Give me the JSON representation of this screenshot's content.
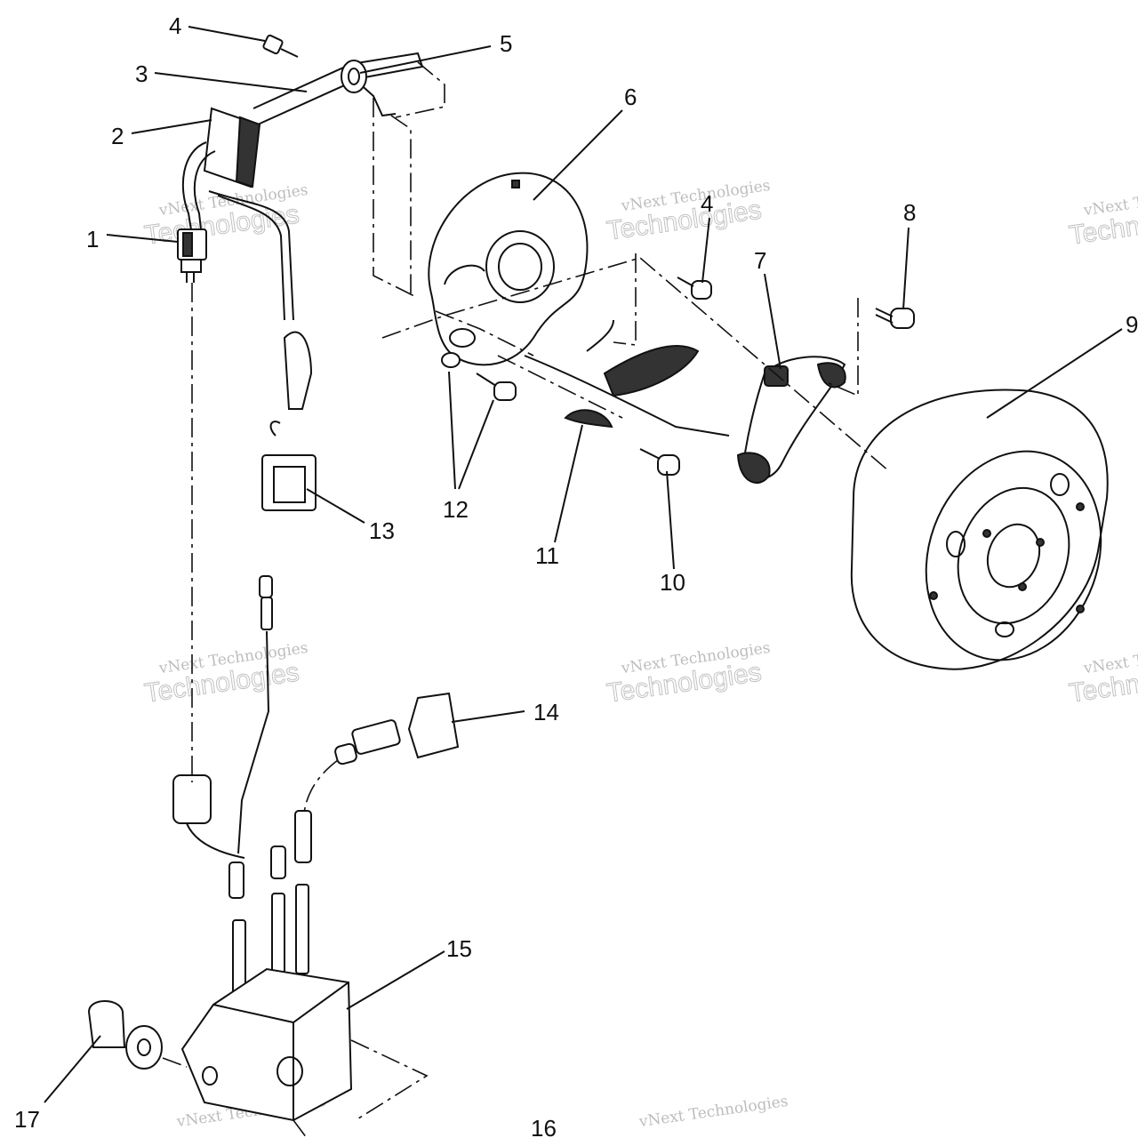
{
  "callouts": [
    {
      "id": "1",
      "label": "1"
    },
    {
      "id": "2",
      "label": "2"
    },
    {
      "id": "3",
      "label": "3"
    },
    {
      "id": "4a",
      "label": "4"
    },
    {
      "id": "4b",
      "label": "4"
    },
    {
      "id": "5",
      "label": "5"
    },
    {
      "id": "6",
      "label": "6"
    },
    {
      "id": "7",
      "label": "7"
    },
    {
      "id": "8",
      "label": "8"
    },
    {
      "id": "9",
      "label": "9"
    },
    {
      "id": "10",
      "label": "10"
    },
    {
      "id": "11",
      "label": "11"
    },
    {
      "id": "12",
      "label": "12"
    },
    {
      "id": "13",
      "label": "13"
    },
    {
      "id": "14",
      "label": "14"
    },
    {
      "id": "15",
      "label": "15"
    },
    {
      "id": "16",
      "label": "16"
    },
    {
      "id": "17",
      "label": "17"
    }
  ],
  "watermark": {
    "line1": "vNext Technologies",
    "line2": "Technologies",
    "line3": "vNext"
  }
}
